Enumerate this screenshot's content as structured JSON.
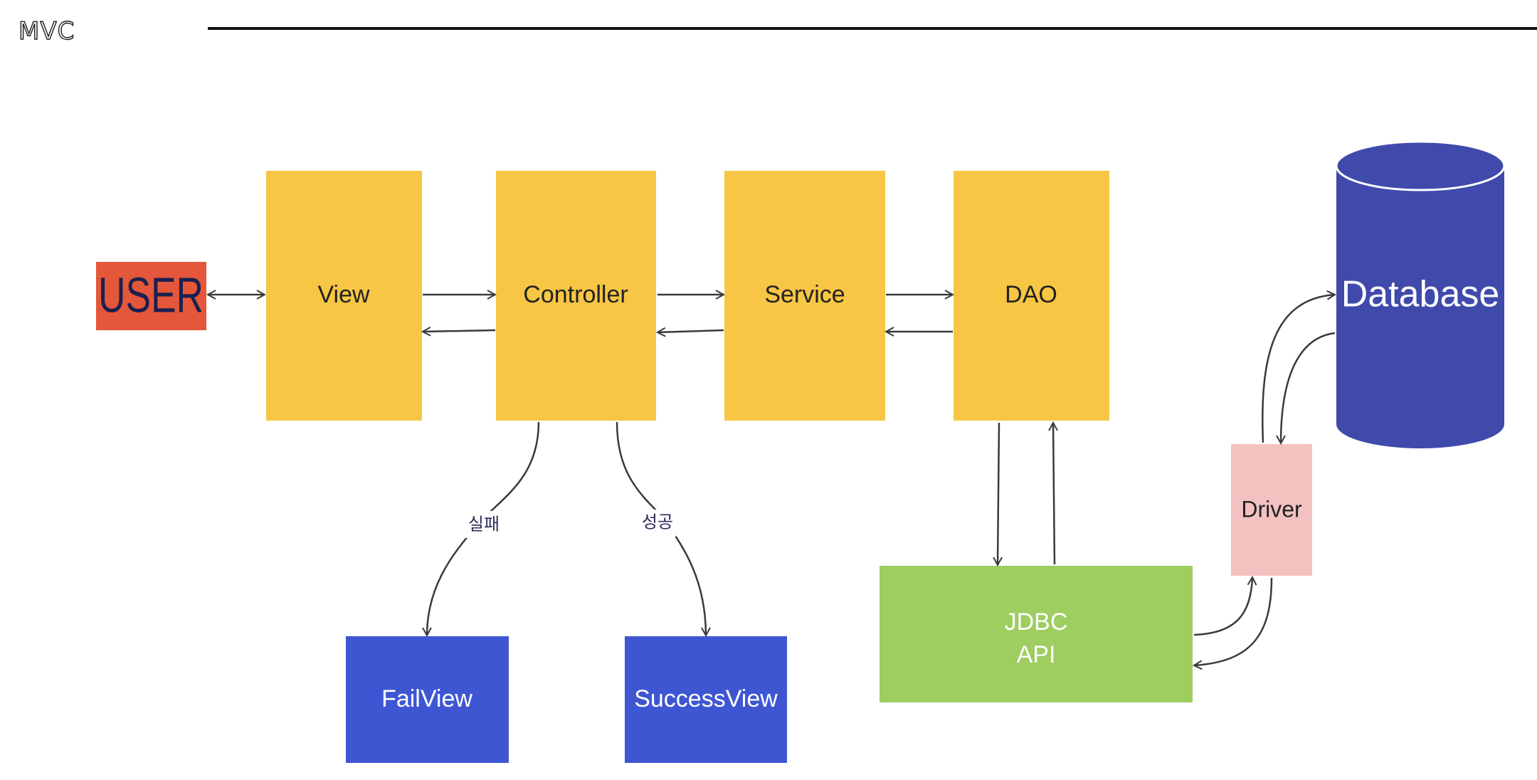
{
  "page": {
    "title": "MVC"
  },
  "nodes": {
    "user": {
      "label": "USER",
      "color": "#e4573a",
      "text_color": "#1a2050"
    },
    "view": {
      "label": "View",
      "color": "#f7c644"
    },
    "controller": {
      "label": "Controller",
      "color": "#f7c644"
    },
    "service": {
      "label": "Service",
      "color": "#f7c644"
    },
    "dao": {
      "label": "DAO",
      "color": "#f7c644"
    },
    "fail_view": {
      "label": "FailView",
      "color": "#3f56d3"
    },
    "success_view": {
      "label": "SuccessView",
      "color": "#3f56d3"
    },
    "jdbc_api": {
      "line1": "JDBC",
      "line2": "API",
      "color": "#9ecd60"
    },
    "driver": {
      "label": "Driver",
      "color": "#f4c1c1"
    },
    "database": {
      "label": "Database",
      "color": "#3f4aab"
    }
  },
  "edges": {
    "fail_label": "실패",
    "success_label": "성공"
  }
}
